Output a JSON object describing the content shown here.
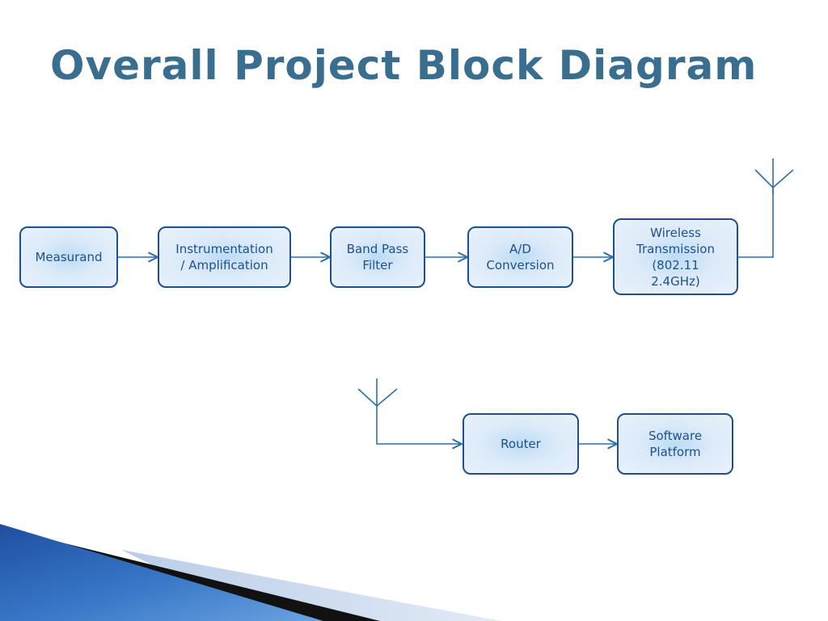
{
  "slide": {
    "title": "Overall Project Block Diagram"
  },
  "blocks": {
    "measurand": "Measurand",
    "instrumentation": "Instrumentation\n/ Amplification",
    "band_pass": "Band Pass\nFilter",
    "ad_conversion": "A/D\nConversion",
    "wireless": "Wireless\nTransmission\n(802.11\n2.4GHz)",
    "router": "Router",
    "software": "Software\nPlatform"
  },
  "colors": {
    "title": "#3a6e8f",
    "block_border": "#1f4f8c",
    "block_text": "#1f4f8c",
    "block_fill_center": "#bcdcf6",
    "connector": "#2f6fa8"
  },
  "icons": {
    "tx_antenna": "antenna-icon",
    "rx_antenna": "antenna-icon"
  }
}
